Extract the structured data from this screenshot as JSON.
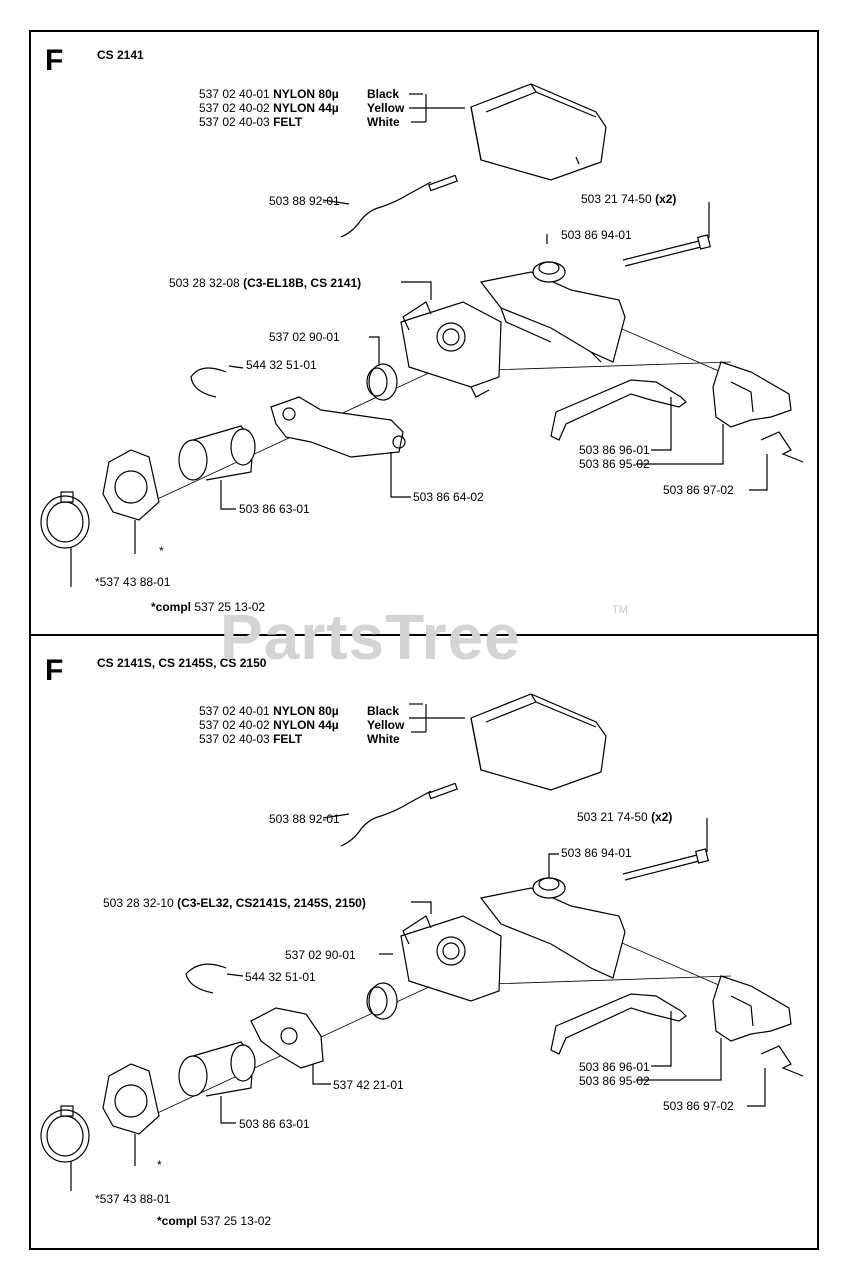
{
  "watermark": {
    "text": "PartsTree",
    "tm": "TM"
  },
  "top": {
    "letter": "F",
    "model": "CS 2141",
    "filters": [
      {
        "num": "537 02 40-01",
        "mat": "NYLON 80",
        "unit": "µ",
        "color": "Black"
      },
      {
        "num": "537 02 40-02",
        "mat": "NYLON 44",
        "unit": "µ",
        "color": "Yellow"
      },
      {
        "num": "537 02 40-03",
        "mat": "FELT",
        "unit": "",
        "color": "White"
      }
    ],
    "labels": {
      "wire": "503 88 92-01",
      "bolt": "503 21 74-50",
      "bolt_qty": "(x2)",
      "intake": "503 86 94-01",
      "carb_num": "503 28 32-08",
      "carb_models": "(C3-EL18B, CS 2141)",
      "ring": "537 02 90-01",
      "clip": "544 32 51-01",
      "choke": "503 86 96-01",
      "holder": "503 86 95-02",
      "spring": "503 86 97-02",
      "bracket": "503 86 64-02",
      "boot": "503 86 63-01",
      "clamp": "*537 43 88-01",
      "star": "*",
      "compl_prefix": "*compl",
      "compl_num": "537 25 13-02"
    }
  },
  "bottom": {
    "letter": "F",
    "model": "CS 2141S, CS 2145S, CS 2150",
    "filters": [
      {
        "num": "537 02 40-01",
        "mat": "NYLON 80",
        "unit": "µ",
        "color": "Black"
      },
      {
        "num": "537 02 40-02",
        "mat": "NYLON 44",
        "unit": "µ",
        "color": "Yellow"
      },
      {
        "num": "537 02 40-03",
        "mat": "FELT",
        "unit": "",
        "color": "White"
      }
    ],
    "labels": {
      "wire": "503 88 92-01",
      "bolt": "503 21 74-50",
      "bolt_qty": "(x2)",
      "intake": "503 86 94-01",
      "carb_num": "503 28 32-10",
      "carb_models": "(C3-EL32, CS2141S, 2145S, 2150)",
      "ring": "537 02 90-01",
      "clip": "544 32 51-01",
      "choke": "503 86 96-01",
      "holder": "503 86 95-02",
      "spring": "503 86 97-02",
      "bracket": "537 42 21-01",
      "boot": "503 86 63-01",
      "clamp": "*537 43 88-01",
      "star": "*",
      "compl_prefix": "*compl",
      "compl_num": "537 25 13-02"
    }
  }
}
